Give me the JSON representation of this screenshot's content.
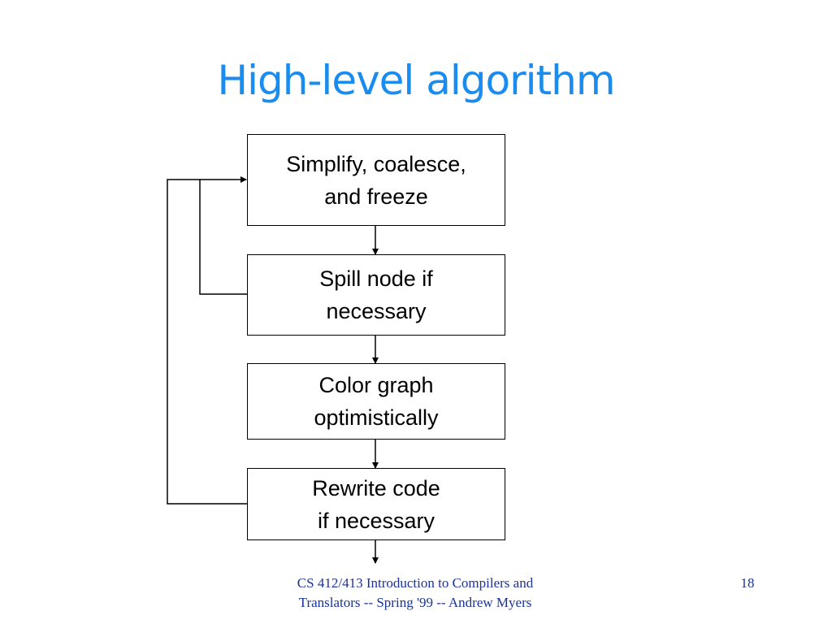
{
  "title": "High-level algorithm",
  "boxes": [
    {
      "text": "Simplify, coalesce,\nand freeze"
    },
    {
      "text": "Spill node if\nnecessary"
    },
    {
      "text": "Color graph\noptimistically"
    },
    {
      "text": "Rewrite code\nif necessary"
    }
  ],
  "footer": {
    "course": "CS 412/413 Introduction to Compilers and Translators -- Spring '99 -- Andrew Myers",
    "page": "18"
  },
  "colors": {
    "title": "#1a8cf0",
    "footer": "#1a3399",
    "lines": "#000000"
  }
}
